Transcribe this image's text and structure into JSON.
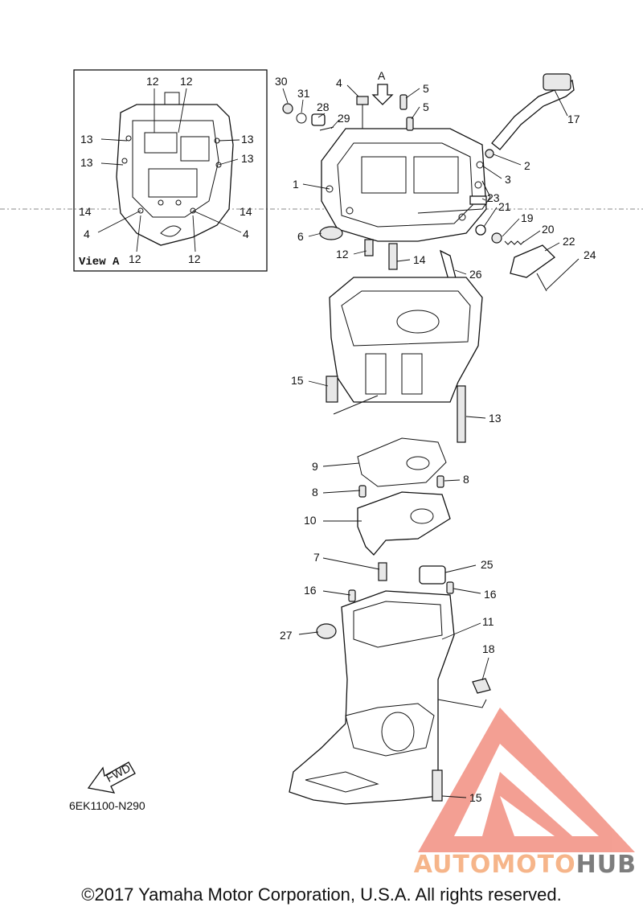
{
  "diagram": {
    "drawing_code": "6EK1100-N290",
    "view_a": {
      "label": "View A",
      "callouts": [
        "12",
        "12",
        "13",
        "13",
        "13",
        "13",
        "14",
        "14",
        "4",
        "4",
        "12",
        "12"
      ]
    },
    "view_arrow_label": "A",
    "fwd_label": "FWD",
    "parts": [
      {
        "id": "p1",
        "number": "1"
      },
      {
        "id": "p2",
        "number": "2"
      },
      {
        "id": "p3",
        "number": "3"
      },
      {
        "id": "p4",
        "number": "4"
      },
      {
        "id": "p5a",
        "number": "5"
      },
      {
        "id": "p5b",
        "number": "5"
      },
      {
        "id": "p6",
        "number": "6"
      },
      {
        "id": "p7",
        "number": "7"
      },
      {
        "id": "p8a",
        "number": "8"
      },
      {
        "id": "p8b",
        "number": "8"
      },
      {
        "id": "p9",
        "number": "9"
      },
      {
        "id": "p10",
        "number": "10"
      },
      {
        "id": "p11",
        "number": "11"
      },
      {
        "id": "p12",
        "number": "12"
      },
      {
        "id": "p13",
        "number": "13"
      },
      {
        "id": "p14",
        "number": "14"
      },
      {
        "id": "p15a",
        "number": "15"
      },
      {
        "id": "p15b",
        "number": "15"
      },
      {
        "id": "p16a",
        "number": "16"
      },
      {
        "id": "p16b",
        "number": "16"
      },
      {
        "id": "p17",
        "number": "17"
      },
      {
        "id": "p18",
        "number": "18"
      },
      {
        "id": "p19",
        "number": "19"
      },
      {
        "id": "p20",
        "number": "20"
      },
      {
        "id": "p21",
        "number": "21"
      },
      {
        "id": "p22",
        "number": "22"
      },
      {
        "id": "p23",
        "number": "23"
      },
      {
        "id": "p24",
        "number": "24"
      },
      {
        "id": "p25",
        "number": "25"
      },
      {
        "id": "p26",
        "number": "26"
      },
      {
        "id": "p27",
        "number": "27"
      },
      {
        "id": "p28",
        "number": "28"
      },
      {
        "id": "p29",
        "number": "29"
      },
      {
        "id": "p30",
        "number": "30"
      },
      {
        "id": "p31",
        "number": "31"
      }
    ]
  },
  "copyright": "©2017 Yamaha Motor Corporation, U.S.A. All rights reserved.",
  "logo": {
    "part1": "AUTOMOTO",
    "part2": "HUB",
    "accent": "#f08070"
  }
}
